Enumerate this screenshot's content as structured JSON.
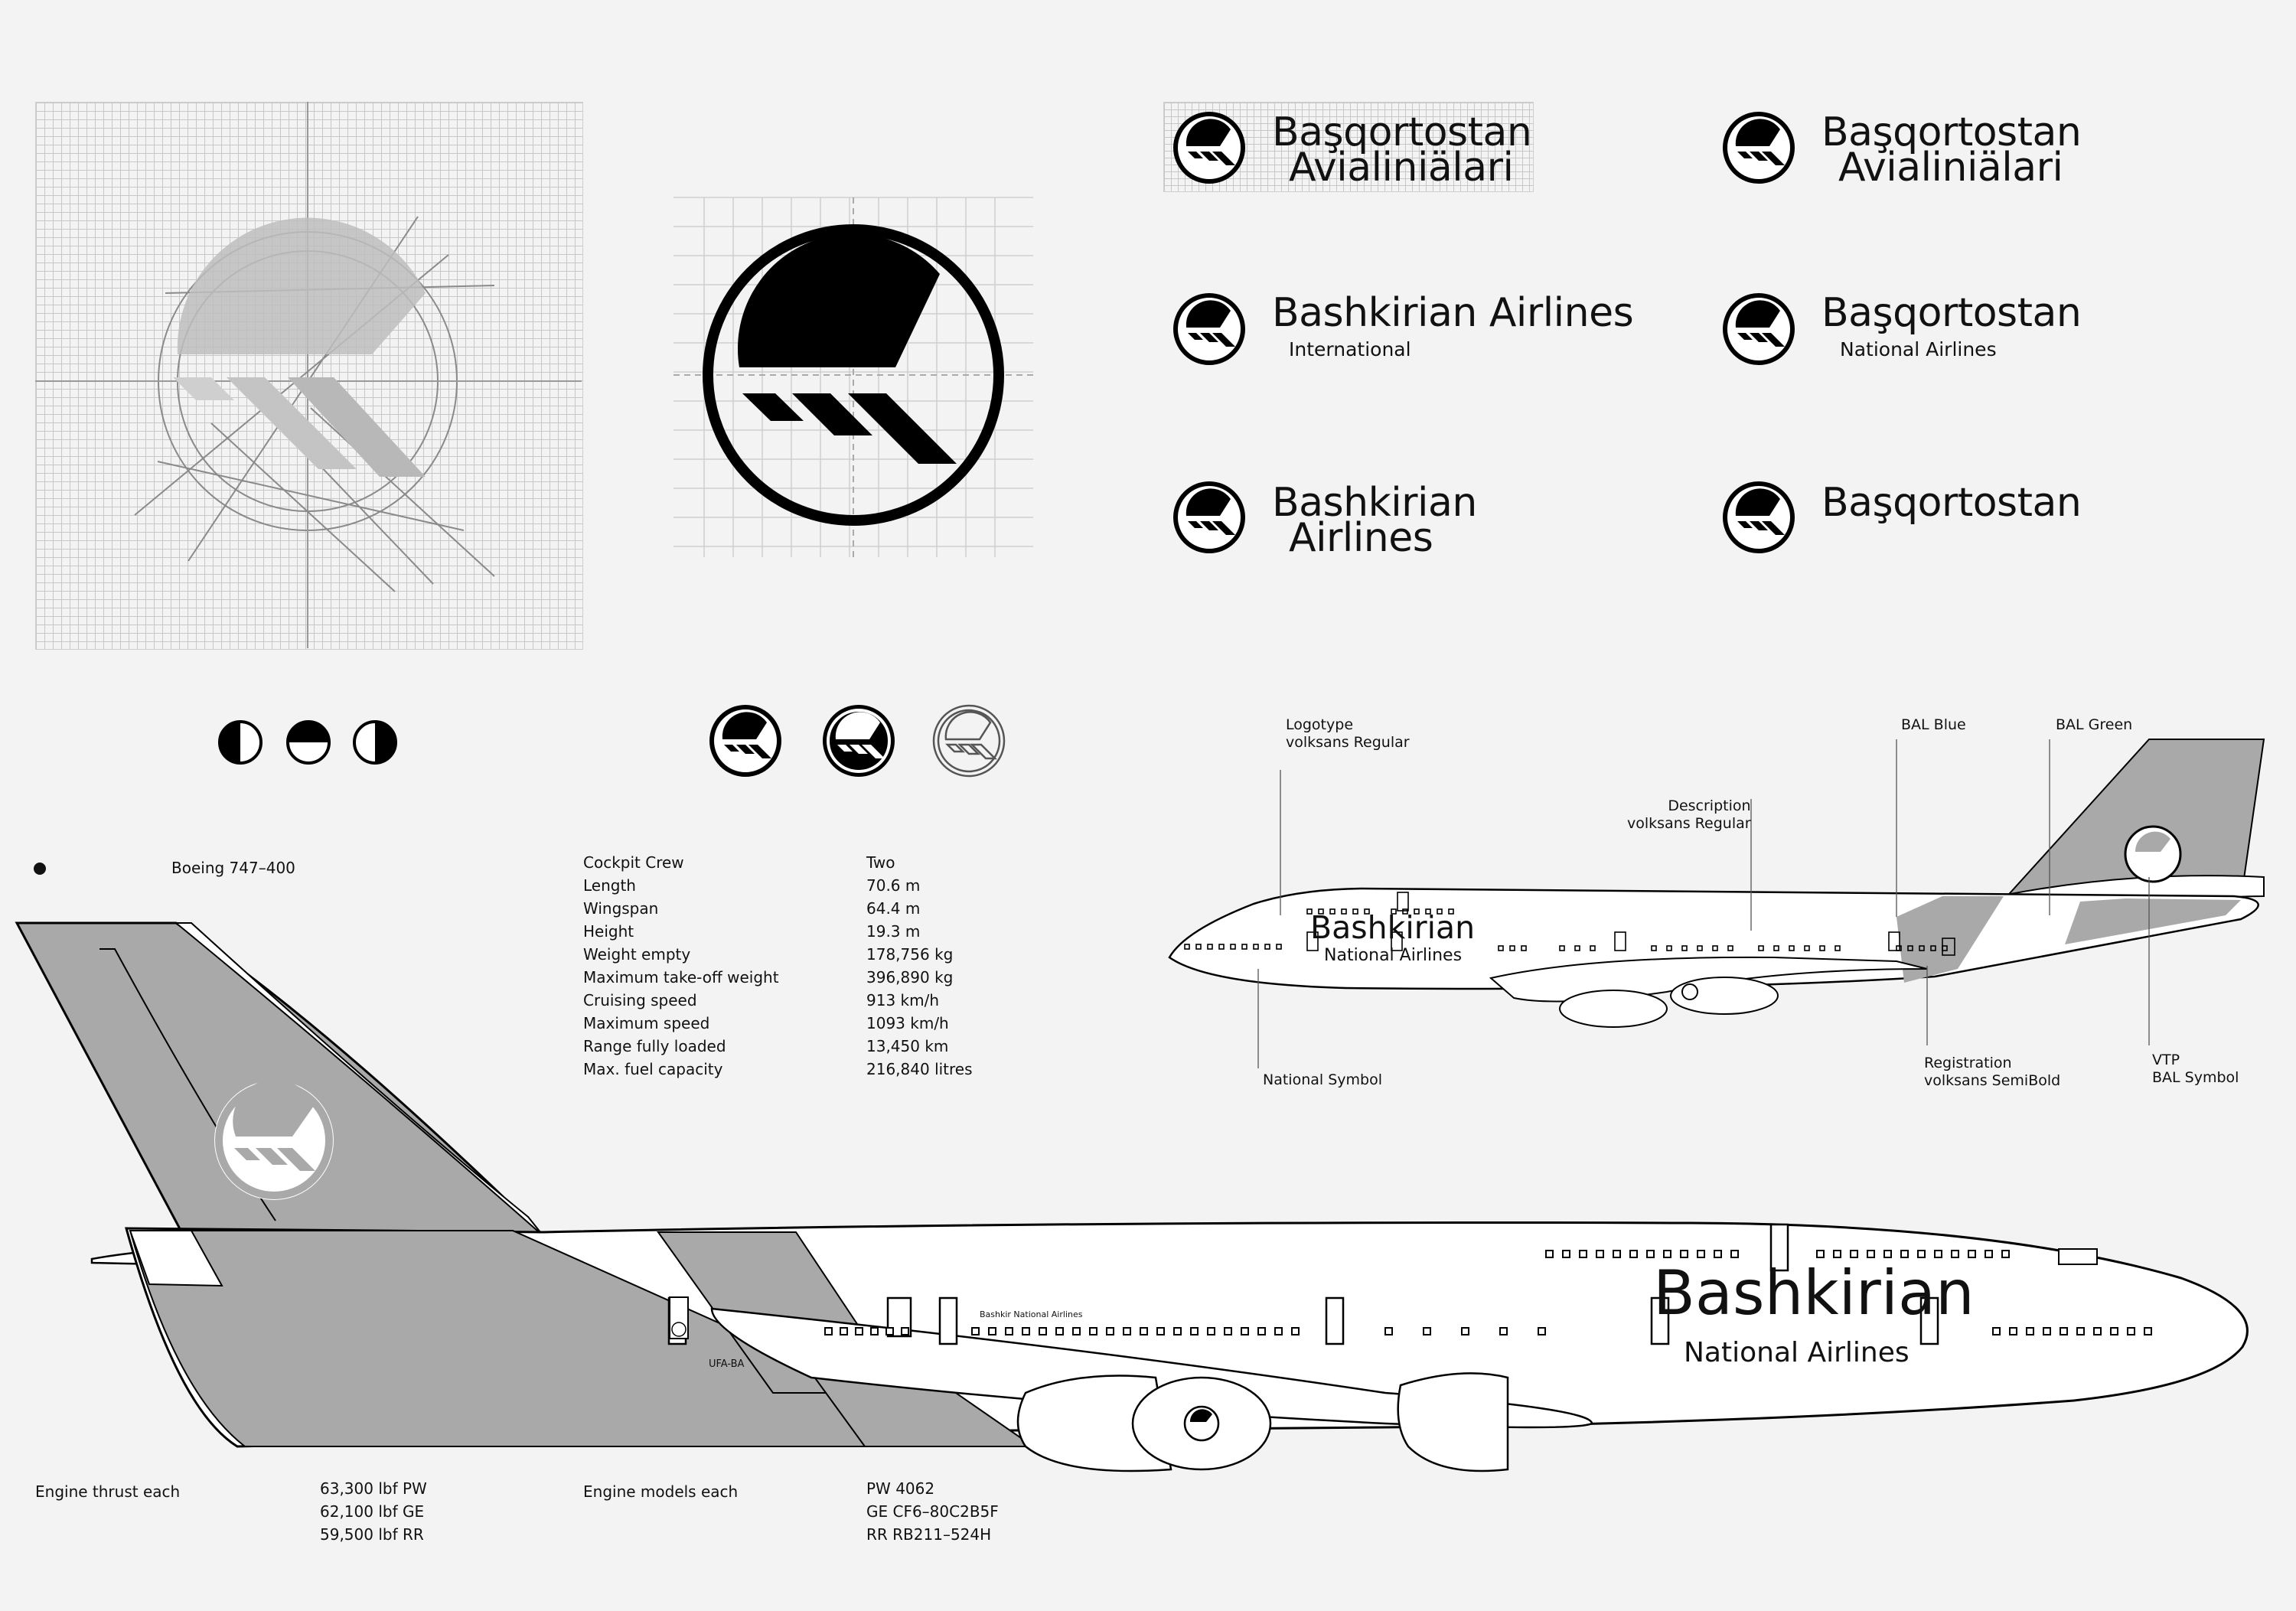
{
  "colors": {
    "background": "#f3f3f3",
    "ink": "#111111",
    "bal_grey": "#a9a9a9",
    "grid": "#c7c7c7"
  },
  "lockups": [
    {
      "line1": "Başqortostan",
      "line2": "Avialiniälari",
      "style": "stacked"
    },
    {
      "line1": "Başqortostan",
      "line2": "Avialiniälari",
      "style": "stacked"
    },
    {
      "line1": "Bashkirian Airlines",
      "line2": "International",
      "style": "descriptor"
    },
    {
      "line1": "Başqortostan",
      "line2": "National Airlines",
      "style": "descriptor"
    },
    {
      "line1": "Bashkirian",
      "line2": "Airlines",
      "style": "stacked"
    },
    {
      "line1": "Başqortostan",
      "line2": "",
      "style": "single"
    }
  ],
  "aircraft": {
    "model": "Boeing 747–400"
  },
  "specs": [
    {
      "label": "Cockpit Crew",
      "value": "Two"
    },
    {
      "label": "Length",
      "value": "70.6 m"
    },
    {
      "label": "Wingspan",
      "value": "64.4 m"
    },
    {
      "label": "Height",
      "value": "19.3 m"
    },
    {
      "label": "Weight empty",
      "value": "178,756 kg"
    },
    {
      "label": "Maximum take-off weight",
      "value": "396,890 kg"
    },
    {
      "label": "Cruising speed",
      "value": "913 km/h"
    },
    {
      "label": "Maximum speed",
      "value": "1093 km/h"
    },
    {
      "label": "Range fully loaded",
      "value": "13,450 km"
    },
    {
      "label": "Max. fuel capacity",
      "value": "216,840 litres"
    }
  ],
  "engines": {
    "thrust_label": "Engine thrust each",
    "thrust_values": [
      "63,300 lbf PW",
      "62,100 lbf GE",
      "59,500 lbf RR"
    ],
    "models_label": "Engine models each",
    "models_values": [
      "PW 4062",
      "GE CF6–80C2B5F",
      "RR RB211–524H"
    ]
  },
  "annotations": {
    "logotype": [
      "Logotype",
      "volksans Regular"
    ],
    "description": [
      "Description",
      "volksans Regular"
    ],
    "bal_blue": "BAL Blue",
    "bal_green": "BAL Green",
    "national_symbol": "National Symbol",
    "registration": [
      "Registration",
      "volksans SemiBold"
    ],
    "vtp": [
      "VTP",
      "BAL Symbol"
    ]
  },
  "livery": {
    "wordmark": "Bashkirian",
    "descriptor": "National Airlines",
    "registration": "UFA-BA",
    "small_title": "Bashkir National Airlines"
  }
}
